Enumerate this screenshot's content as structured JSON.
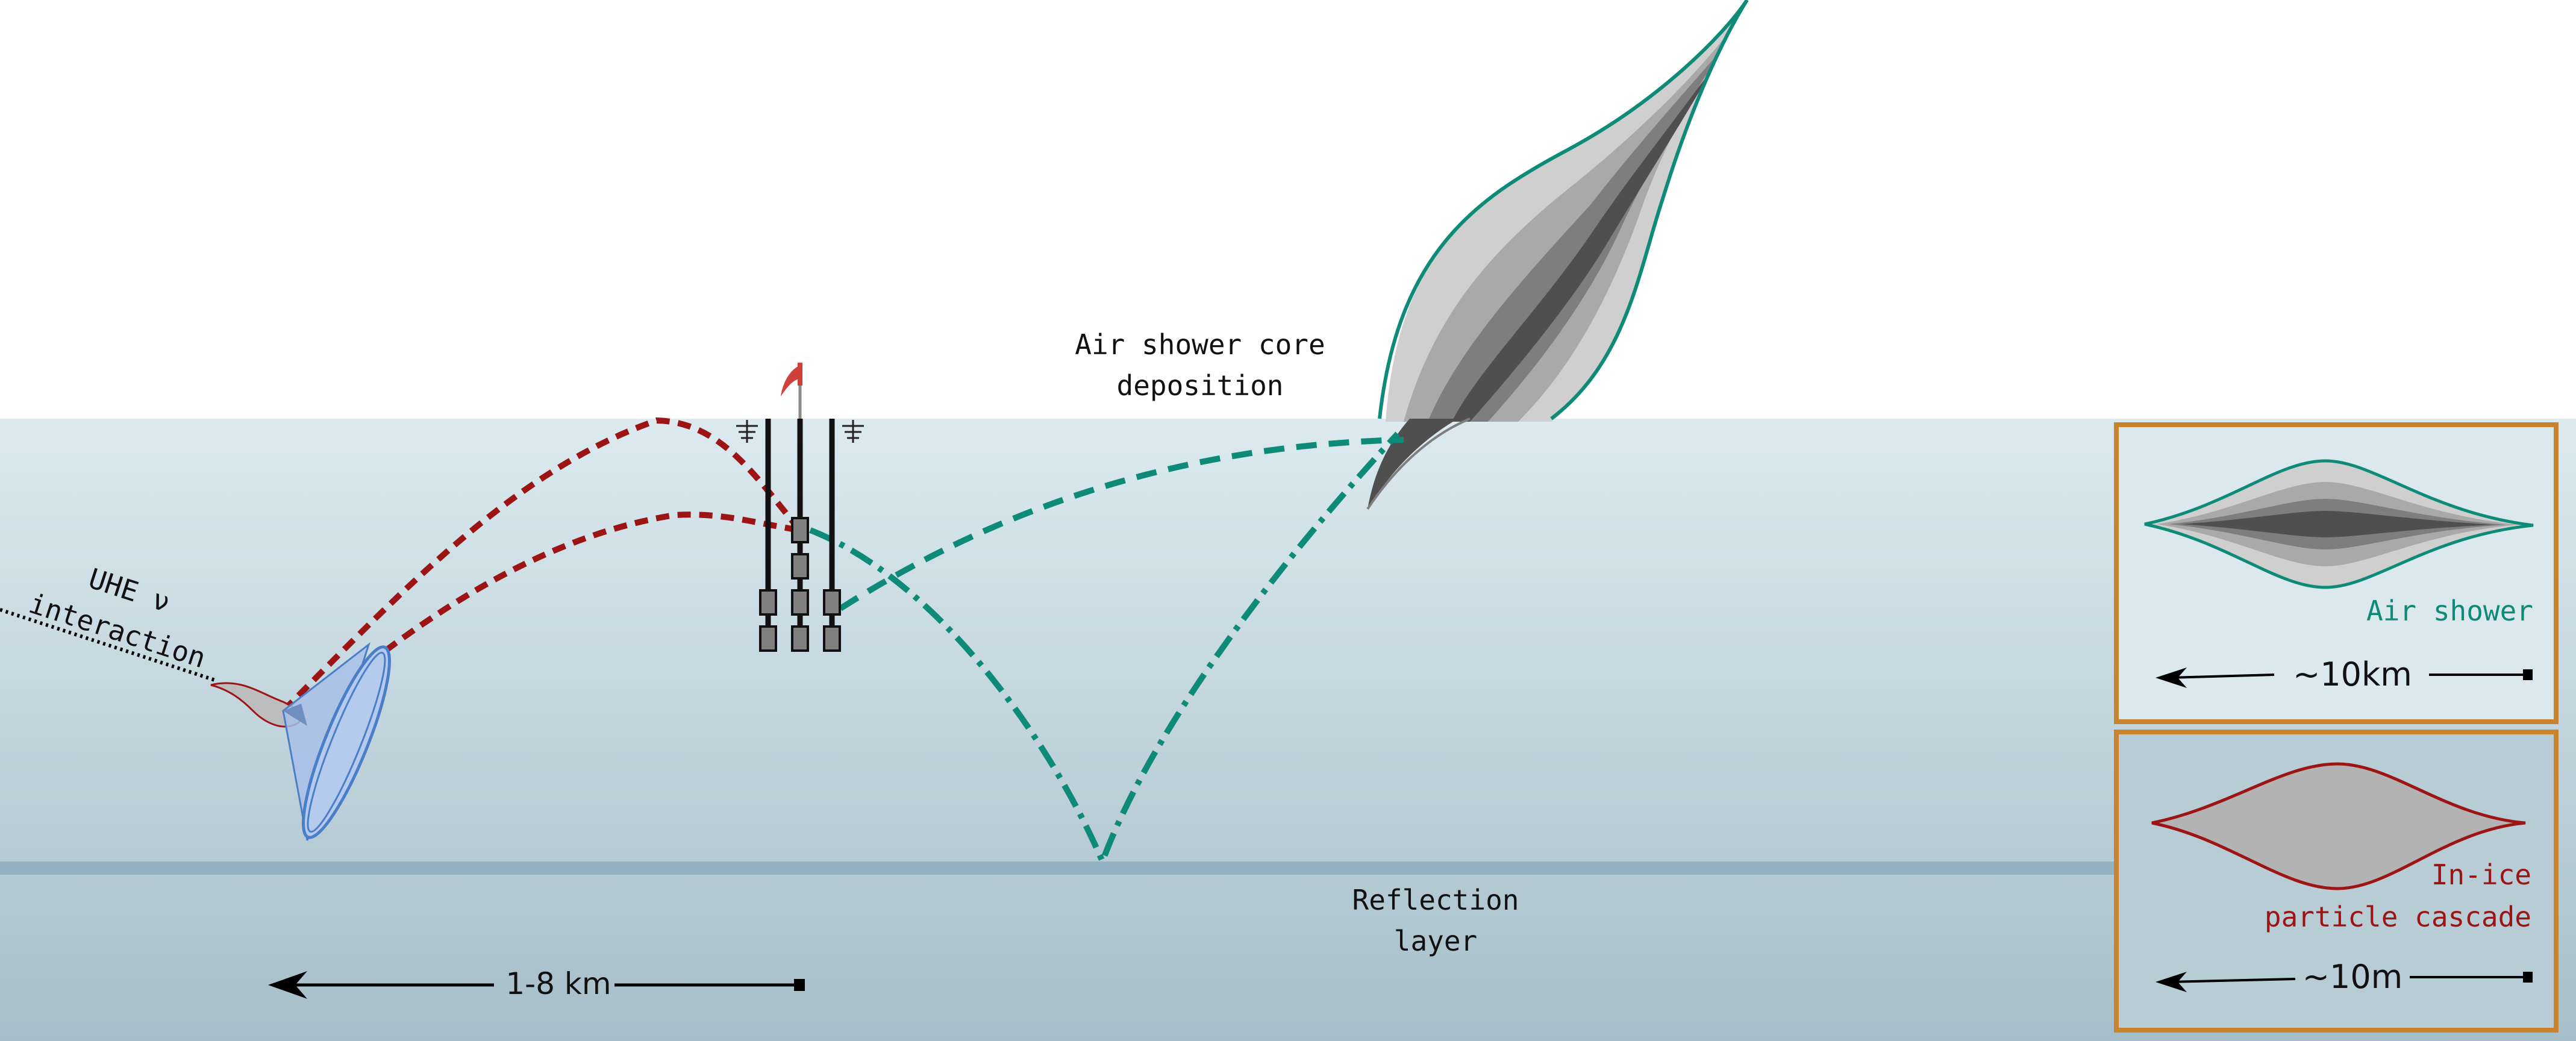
{
  "labels": {
    "air_shower_core_line1": "Air shower core",
    "air_shower_core_line2": "deposition",
    "neutrino_line1": "UHE ν",
    "neutrino_line2": "interaction",
    "reflection_line1": "Reflection",
    "reflection_line2": "layer",
    "distance_main": "1-8 km"
  },
  "inset_air": {
    "label": "Air shower",
    "scale": "~10km"
  },
  "inset_cascade": {
    "label_line1": "In-ice",
    "label_line2": "particle cascade",
    "scale": "~10m"
  },
  "colors": {
    "teal": "#0e8a78",
    "dark_red": "#9c1414",
    "orange_frame": "#c8832e",
    "blue_cone": "#4a7fc7",
    "ice_top": "#dbe9ef",
    "ice_bottom": "#a9c1cb",
    "reflection_layer": "#94b5c4"
  }
}
